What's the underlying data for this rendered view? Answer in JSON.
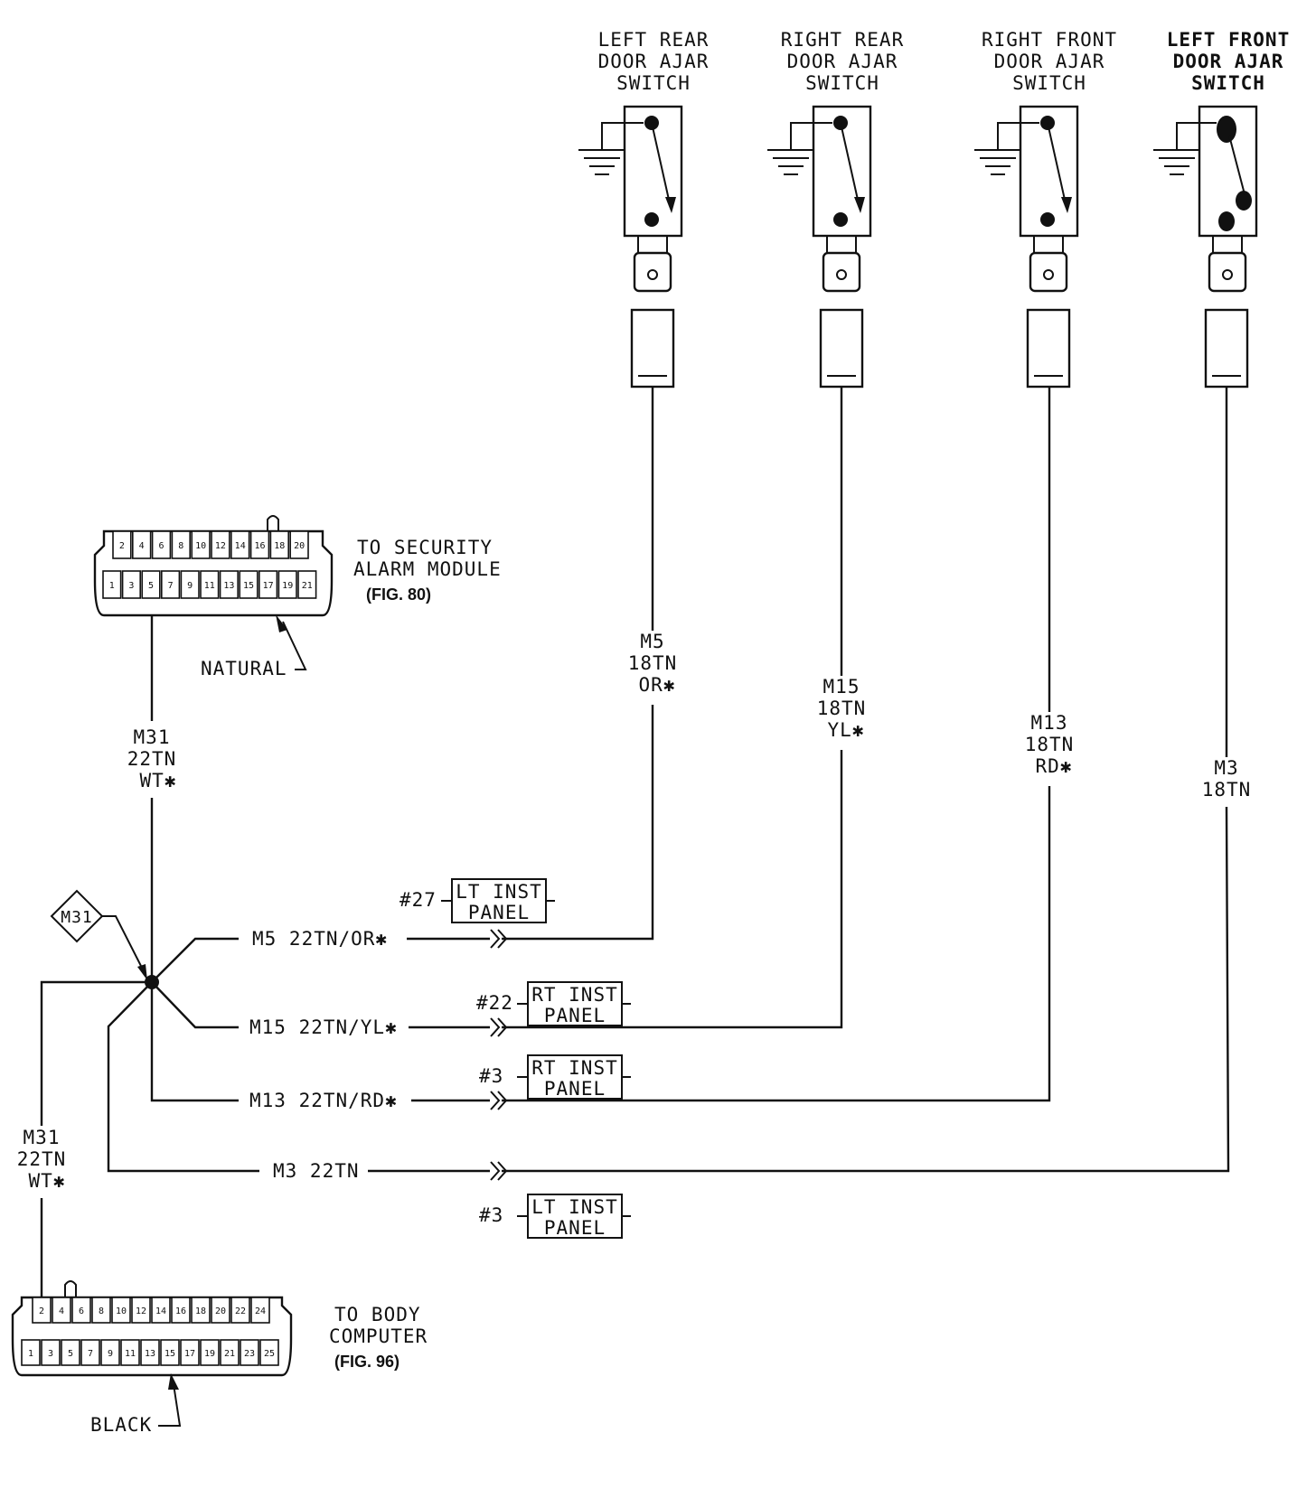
{
  "switches": [
    {
      "name": "left-rear",
      "lines": [
        "LEFT REAR",
        "DOOR AJAR",
        "SWITCH"
      ],
      "wire_lines": [
        "M5",
        "18TN",
        "OR✱"
      ]
    },
    {
      "name": "right-rear",
      "lines": [
        "RIGHT REAR",
        "DOOR AJAR",
        "SWITCH"
      ],
      "wire_lines": [
        "M15",
        "18TN",
        "YL✱"
      ]
    },
    {
      "name": "right-front",
      "lines": [
        "RIGHT FRONT",
        "DOOR AJAR",
        "SWITCH"
      ],
      "wire_lines": [
        "M13",
        "18TN",
        "RD✱"
      ]
    },
    {
      "name": "left-front",
      "lines": [
        "LEFT FRONT",
        "DOOR AJAR",
        "SWITCH"
      ],
      "wire_lines": [
        "M3",
        "18TN"
      ]
    }
  ],
  "security_connector": {
    "top_pins": [
      "2",
      "4",
      "6",
      "8",
      "10",
      "12",
      "14",
      "16",
      "18",
      "20"
    ],
    "bottom_pins": [
      "1",
      "3",
      "5",
      "7",
      "9",
      "11",
      "13",
      "15",
      "17",
      "19",
      "21"
    ],
    "label_lines": [
      "TO SECURITY",
      "ALARM MODULE"
    ],
    "figure": "(FIG. 80)",
    "color": "NATURAL"
  },
  "body_connector": {
    "top_pins": [
      "2",
      "4",
      "6",
      "8",
      "10",
      "12",
      "14",
      "16",
      "18",
      "20",
      "22",
      "24"
    ],
    "bottom_pins": [
      "1",
      "3",
      "5",
      "7",
      "9",
      "11",
      "13",
      "15",
      "17",
      "19",
      "21",
      "23",
      "25"
    ],
    "label_lines": [
      "TO BODY",
      "COMPUTER"
    ],
    "figure": "(FIG. 96)",
    "color": "BLACK"
  },
  "wires": {
    "m31_upper": [
      "M31",
      "22TN",
      "WT✱"
    ],
    "m31_lower": [
      "M31",
      "22TN",
      "WT✱"
    ],
    "splice": "M31",
    "m5": "M5  22TN/OR✱",
    "m15": "M15  22TN/YL✱",
    "m13": "M13  22TN/RD✱",
    "m3": "M3  22TN"
  },
  "inline_connectors": [
    {
      "num": "#27",
      "lines": [
        "LT INST",
        "PANEL"
      ]
    },
    {
      "num": "#22",
      "lines": [
        "RT INST",
        "PANEL"
      ]
    },
    {
      "num": "#3",
      "lines": [
        "RT INST",
        "PANEL"
      ]
    },
    {
      "num": "#3",
      "lines": [
        "LT INST",
        "PANEL"
      ]
    }
  ]
}
